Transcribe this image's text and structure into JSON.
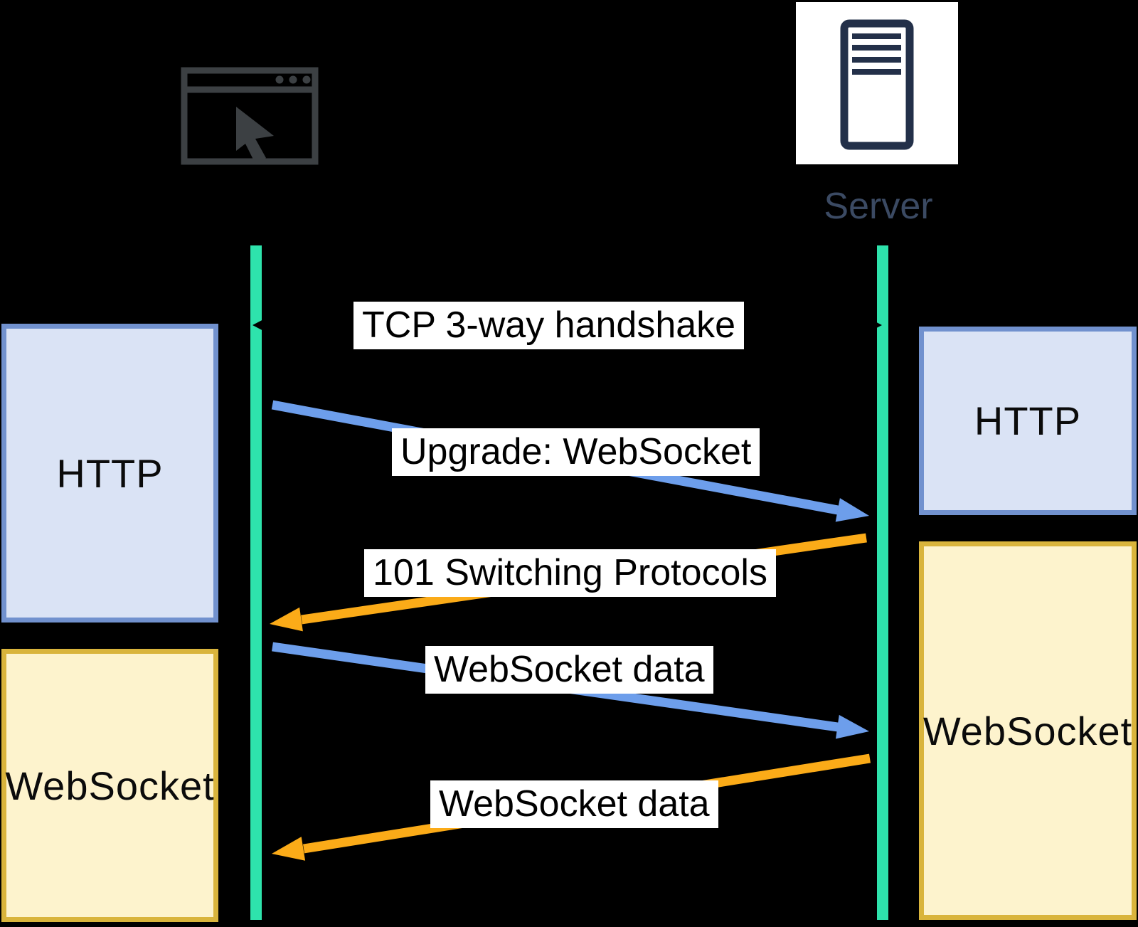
{
  "actors": {
    "client": {
      "icon": "browser-window-icon"
    },
    "server": {
      "icon": "server-icon",
      "label": "Server"
    }
  },
  "protocol_boxes": {
    "client_http": "HTTP",
    "client_websocket": "WebSocket",
    "server_http": "HTTP",
    "server_websocket": "WebSocket"
  },
  "messages": [
    {
      "label": "TCP 3-way handshake",
      "direction": "bidirectional",
      "color": "#000000"
    },
    {
      "label": "Upgrade: WebSocket",
      "direction": "client-to-server",
      "color": "#6d9eeb"
    },
    {
      "label": "101 Switching Protocols",
      "direction": "server-to-client",
      "color": "#fbab18"
    },
    {
      "label": "WebSocket data",
      "direction": "client-to-server",
      "color": "#6d9eeb"
    },
    {
      "label": "WebSocket data",
      "direction": "server-to-client",
      "color": "#fbab18"
    }
  ],
  "palette": {
    "background": "#000000",
    "lifeline": "#2ee3ac",
    "client_to_server_arrow": "#6d9eeb",
    "server_to_client_arrow": "#fbab18",
    "http_box_fill": "#dae3f5",
    "http_box_border": "#7191ce",
    "websocket_box_fill": "#fdf3cd",
    "websocket_box_border": "#d9b43c",
    "label_background": "#ffffff",
    "label_text": "#000000",
    "browser_icon": "#3c4043",
    "server_icon": "#233049",
    "server_label_text": "#3b4a63"
  }
}
